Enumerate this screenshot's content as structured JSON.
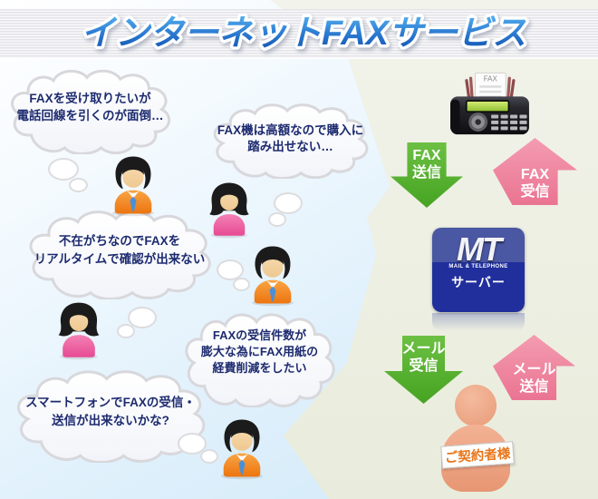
{
  "header": {
    "title": "インターネットFAXサービス"
  },
  "bubbles": [
    {
      "text": "FAXを受け取りたいが\n電話回線を引くのが面倒…"
    },
    {
      "text": "FAX機は高額なので購入に\n踏み出せない…"
    },
    {
      "text": "不在がちなのでFAXを\nリアルタイムで確認が出来ない"
    },
    {
      "text": "FAXの受信件数が\n膨大な為にFAX用紙の\n経費削減をしたい"
    },
    {
      "text": "スマートフォンでFAXの受信・\n送信が出来ないかな?"
    }
  ],
  "diagram": {
    "fax_paper_label": "FAX",
    "arrows": [
      {
        "label": "FAX\n送信",
        "direction": "down"
      },
      {
        "label": "FAX\n受信",
        "direction": "up"
      },
      {
        "label": "メール\n受信",
        "direction": "down"
      },
      {
        "label": "メール\n送信",
        "direction": "up"
      }
    ],
    "server": {
      "logo": "MT",
      "sub": "MAIL & TELEPHONE",
      "label": "サーバー"
    },
    "customer_label": "ご契約者様"
  },
  "colors": {
    "title_blue_top": "#55b2ef",
    "title_blue_bottom": "#0f4fae",
    "arrow_green": "#53b02e",
    "arrow_pink": "#ee83a0",
    "server_blue": "#202f9c",
    "bubble_text": "#1d2b6f",
    "customer_salmon": "#eda584"
  }
}
